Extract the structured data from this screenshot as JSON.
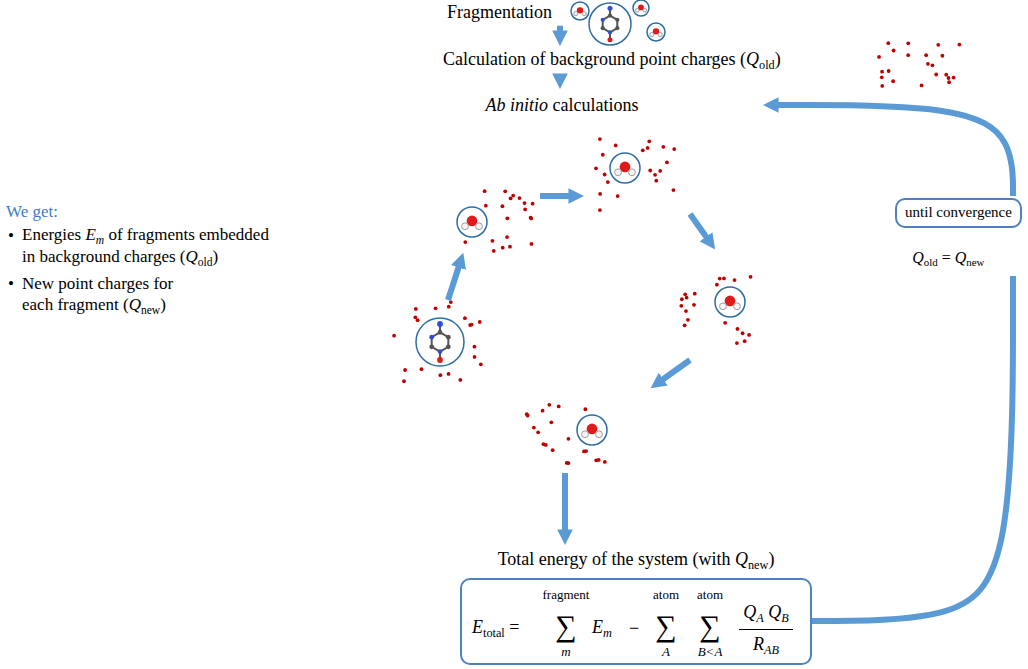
{
  "diagram": {
    "nodes": [
      {
        "text": [
          "Fragmentation"
        ]
      },
      {
        "text": [
          "Calculation of background point charges (",
          "Q",
          "old",
          ")"
        ]
      },
      {
        "text": [
          "Ab initio",
          "calculations"
        ]
      },
      {
        "text": [
          "Total energy of the system (with",
          "Q",
          "new",
          ")",
          "E",
          "total",
          "=",
          "fragment",
          "∑",
          "m",
          "E",
          "m",
          "−",
          "atom",
          "∑",
          "A",
          "atom",
          "∑",
          "B<A",
          "Q",
          "A",
          "Q",
          "B",
          "R",
          "AB"
        ]
      },
      {
        "text": [
          "until convergence",
          "Q",
          "old",
          "=",
          "Q",
          "new"
        ]
      }
    ],
    "edges": [
      {
        "from": 0,
        "to": 1,
        "arrow": "to"
      },
      {
        "from": 1,
        "to": 2,
        "arrow": "to"
      },
      {
        "from": 2,
        "to": 3,
        "arrow": "to"
      },
      {
        "from": 3,
        "to": 4,
        "arrow": "none"
      },
      {
        "from": 4,
        "to": 2,
        "arrow": "to"
      }
    ],
    "labels": [
      "We get:",
      "•",
      "Energies",
      "E",
      "m",
      "of fragments embedded",
      "in background charges (",
      "Q",
      "old",
      ")",
      "•",
      "New point charges for",
      "each fragment (",
      "Q",
      "new",
      ")"
    ]
  }
}
